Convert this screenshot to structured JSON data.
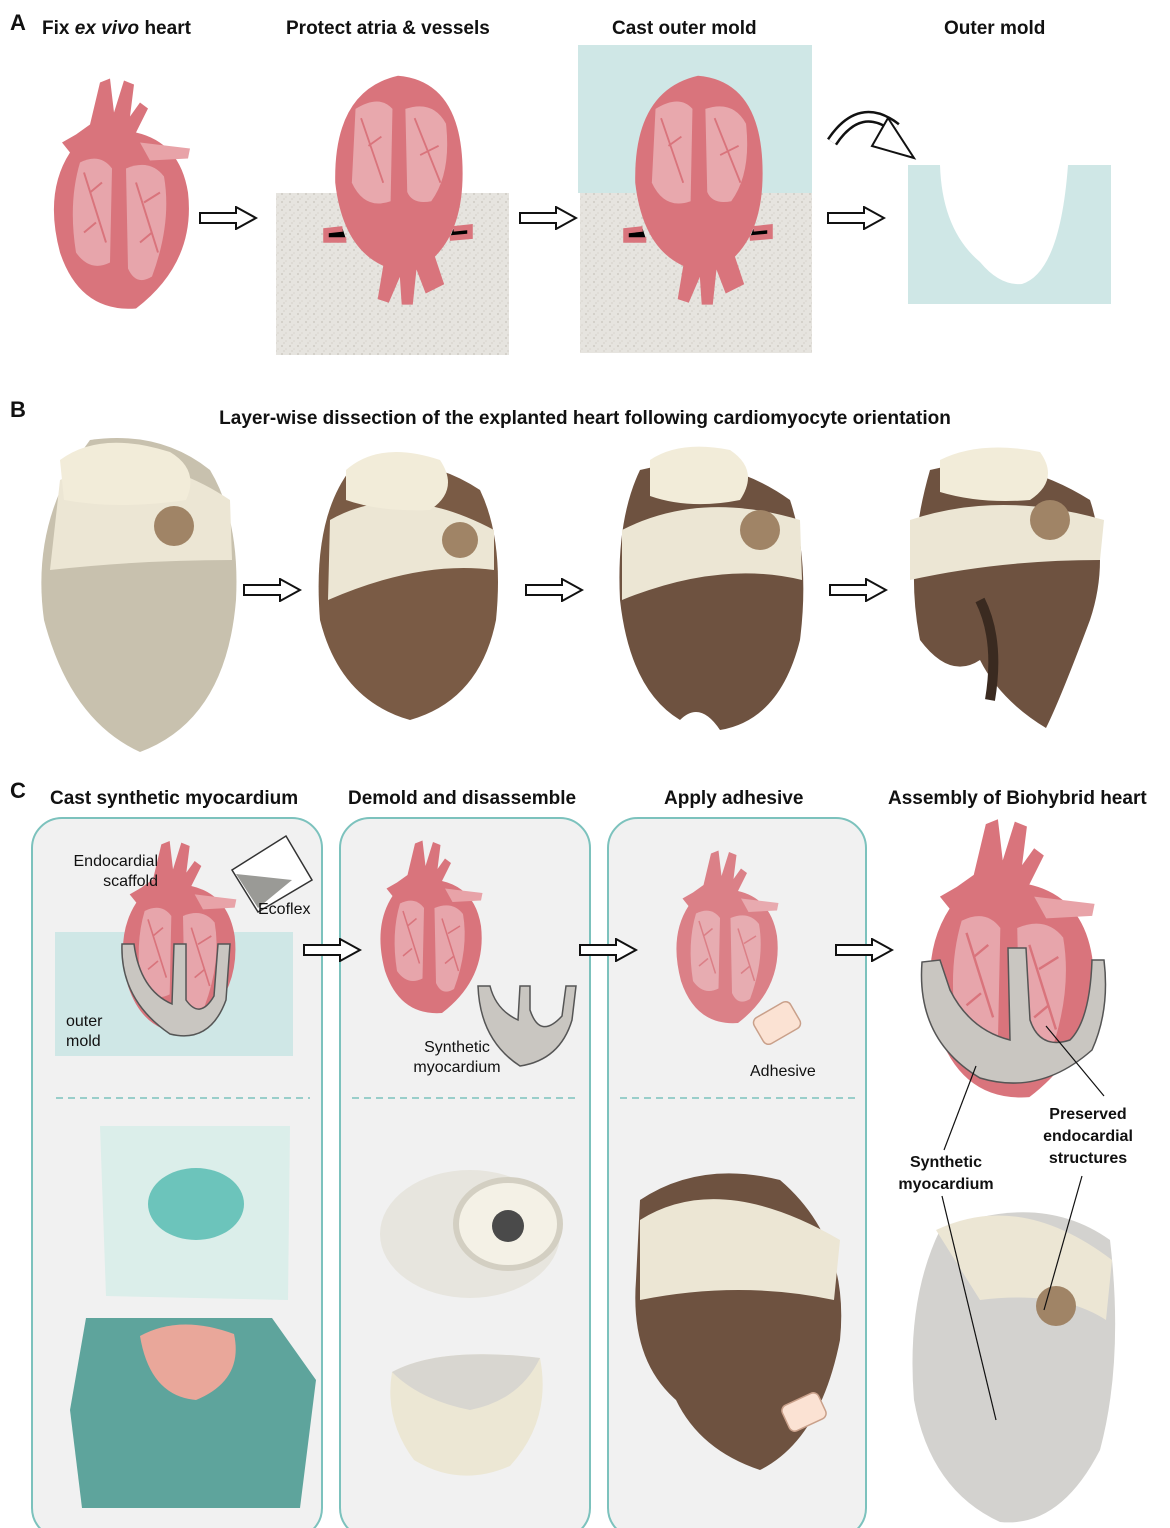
{
  "panels": {
    "a": {
      "letter": "A",
      "steps": [
        {
          "pre": "Fix ",
          "italic": "ex vivo",
          "post": " heart"
        },
        {
          "title": "Protect atria & vessels"
        },
        {
          "title": "Cast outer mold"
        },
        {
          "title": "Outer mold"
        }
      ]
    },
    "b": {
      "letter": "B",
      "title": "Layer-wise dissection of the explanted heart following cardiomyocyte orientation"
    },
    "c": {
      "letter": "C",
      "steps": [
        {
          "title": "Cast synthetic myocardium"
        },
        {
          "title": "Demold and disassemble"
        },
        {
          "title": "Apply adhesive"
        },
        {
          "title": "Assembly of Biohybrid heart"
        }
      ],
      "labels": {
        "endocardial_scaffold": "Endocardial scaffold",
        "ecoflex": "Ecoflex",
        "outer_mold": "outer mold",
        "synthetic_myocardium": "Synthetic myocardium",
        "adhesive": "Adhesive",
        "synthetic_myocardium_bold": "Synthetic myocardium",
        "preserved_endocardial": "Preserved endocardial structures"
      }
    }
  },
  "colors": {
    "heart": "#d9747c",
    "heart_dark": "#c25a63",
    "heart_light": "#eab2b6",
    "mold": "#cfe7e6",
    "panel_border": "#7cc2bd",
    "panel_fill": "#f1f1f1",
    "synthetic": "#c9c6c1",
    "muscle": "#7a5b45",
    "fat": "#ece6d4"
  }
}
